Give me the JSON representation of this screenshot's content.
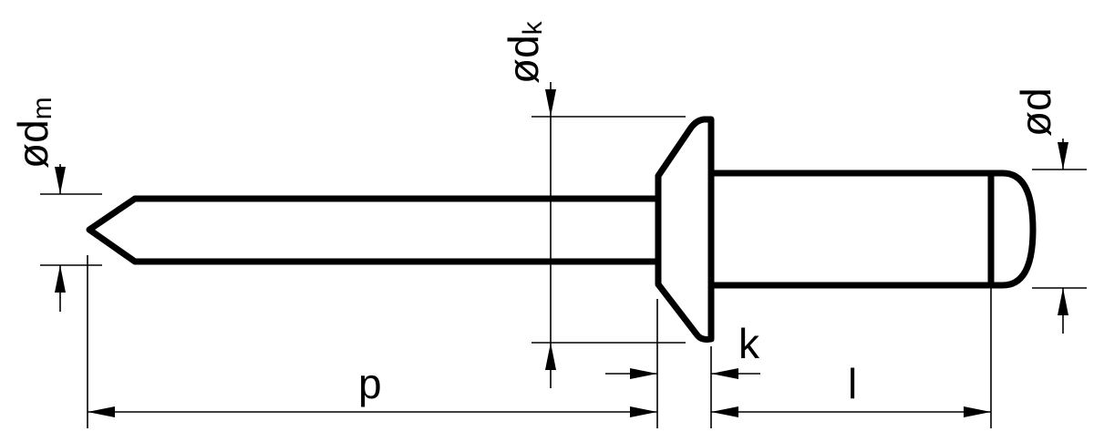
{
  "labels": {
    "dm_prefix": "ød",
    "dm_sub": "m",
    "dk_prefix": "ød",
    "dk_sub": "k",
    "d": "ød",
    "k": "k",
    "p": "p",
    "l": "l"
  },
  "colors": {
    "line": "#000000",
    "background": "#ffffff"
  }
}
